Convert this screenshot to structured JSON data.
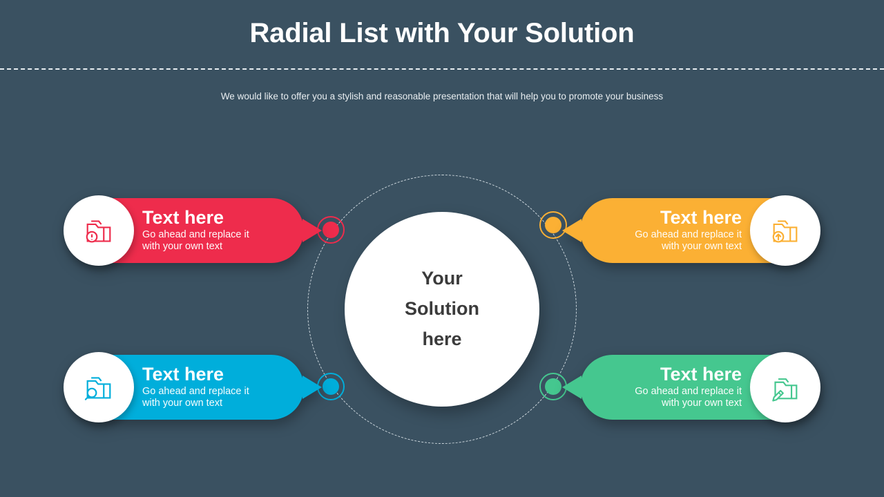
{
  "slide": {
    "title": "Radial List with Your Solution",
    "subtitle": "We would like to offer you a stylish and reasonable presentation that will help you to promote your business",
    "background_color": "#3a5161",
    "divider_color": "#e8eef2"
  },
  "center": {
    "label": "Your\nSolution\nhere",
    "text_color": "#3b3b3b",
    "fill_color": "#ffffff"
  },
  "ring": {
    "style": "dashed",
    "color": "#cfd9df"
  },
  "items": [
    {
      "id": "red",
      "position": "top-left",
      "title": "Text here",
      "description": "Go ahead and replace it\nwith your own text",
      "color": "#ee2c4c",
      "icon": "folder-alert-icon",
      "node_color": "#ee2c4c"
    },
    {
      "id": "orange",
      "position": "top-right",
      "title": "Text here",
      "description": "Go ahead and replace it\nwith your own text",
      "color": "#fbb034",
      "icon": "folder-upload-icon",
      "node_color": "#fbb034"
    },
    {
      "id": "blue",
      "position": "bottom-left",
      "title": "Text here",
      "description": "Go ahead and replace it\nwith your own text",
      "color": "#00aedb",
      "icon": "folder-search-icon",
      "node_color": "#00aedb"
    },
    {
      "id": "green",
      "position": "bottom-right",
      "title": "Text here",
      "description": "Go ahead and replace it\nwith your own text",
      "color": "#45c78f",
      "icon": "folder-edit-icon",
      "node_color": "#45c78f"
    }
  ]
}
